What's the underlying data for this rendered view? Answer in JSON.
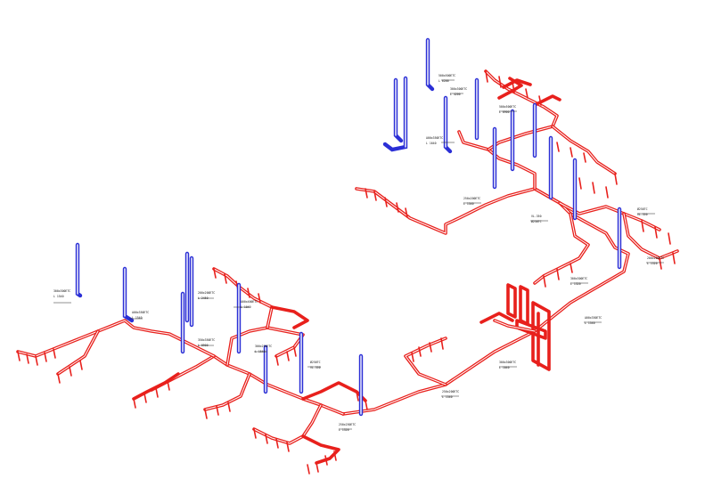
{
  "colors": {
    "background": "#ffffff",
    "supply_duct": "#e8201c",
    "riser": "#2b2fd6",
    "text": "#111111"
  },
  "labels": {
    "lbl_a1": "300x300ЕТС",
    "lbl_a2": "L 1540",
    "lbl_b1": "A00x350ЕТС",
    "lbl_b2": "L 1540",
    "lbl_c1": "200x200ЕТС",
    "lbl_c2": "L 2450",
    "lbl_d1": "A00x400ЕТС",
    "lbl_d2": "L 1040",
    "lbl_e1": "350x350ЕТС",
    "lbl_e2": "L 8900",
    "lbl_f1": "300x250ЕТС",
    "lbl_f2": "L 1540",
    "lbl_g1": "Ø250ТС",
    "lbl_g2": "VL-350",
    "lbl_h1": "250x250ЕТС",
    "lbl_h2": "L 1320",
    "lbl_i1": "500x500ЕТС",
    "lbl_i2": "L 6200",
    "lbl_j1": "300x300ЕТС",
    "lbl_j2": "L 4200",
    "lbl_k1": "A00x350ЕТС",
    "lbl_k2": "L 1640",
    "lbl_l1": "250x200ЕТС",
    "lbl_l2": "L 1540",
    "lbl_m1": "VL-350",
    "lbl_m2": "Ø250ТС",
    "lbl_n1": "300x300ЕТС",
    "lbl_n2": "L 1320",
    "lbl_o1": "A00x350ЕТС",
    "lbl_o2": "L 1540",
    "lbl_p1": "250x200ЕТС",
    "lbl_p2": "L 1540",
    "lbl_q1": "300x300ЕТС",
    "lbl_q2": "L 1040",
    "lbl_r1": "Ø250ТС",
    "lbl_r2": "VL-350",
    "lbl_s1": "200x200ЕТС",
    "lbl_s2": "L 1320",
    "lbl_t1": "500x500ЕТС",
    "lbl_t2": "L 8900"
  }
}
